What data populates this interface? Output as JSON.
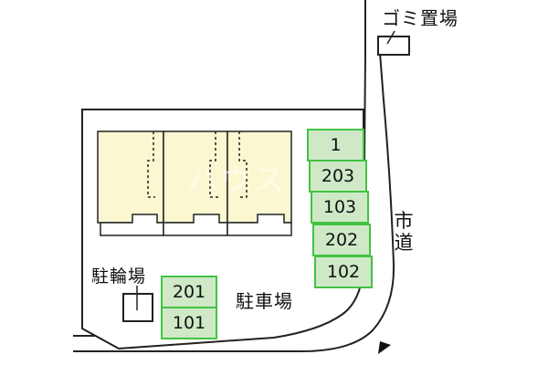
{
  "labels": {
    "garbage": "ゴミ置場",
    "bicycle": "駐輪場",
    "parking": "駐車場",
    "road": "市道"
  },
  "watermark": "ハウス",
  "east_spaces": [
    "1",
    "203",
    "103",
    "202",
    "102"
  ],
  "south_spaces": [
    "201",
    "101"
  ],
  "colors": {
    "building_fill": "#fbf7d0",
    "space_fill": "#cfe9c7",
    "space_border": "#43c243",
    "lines": "#222222",
    "lot_fill": "#ffffff"
  },
  "icons": [
    "north-arrow-icon"
  ]
}
